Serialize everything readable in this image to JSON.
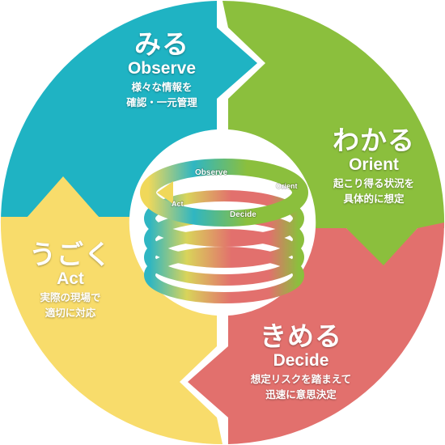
{
  "colors": {
    "observe": "#1fb3c3",
    "orient": "#8bbf3d",
    "decide": "#e2706d",
    "act": "#f8dc6b"
  },
  "phases": {
    "observe": {
      "jp": "みる",
      "en": "Observe",
      "desc1": "様々な情報を",
      "desc2": "確認・一元管理"
    },
    "orient": {
      "jp": "わかる",
      "en": "Orient",
      "desc1": "起こり得る状況を",
      "desc2": "具体的に想定"
    },
    "decide": {
      "jp": "きめる",
      "en": "Decide",
      "desc1": "想定リスクを踏まえて",
      "desc2": "迅速に意思決定"
    },
    "act": {
      "jp": "うごく",
      "en": "Act",
      "desc1": "実際の現場で",
      "desc2": "適切に対応"
    }
  },
  "spiral": {
    "observe": "Observe",
    "orient": "Orient",
    "decide": "Decide",
    "act": "Act"
  }
}
